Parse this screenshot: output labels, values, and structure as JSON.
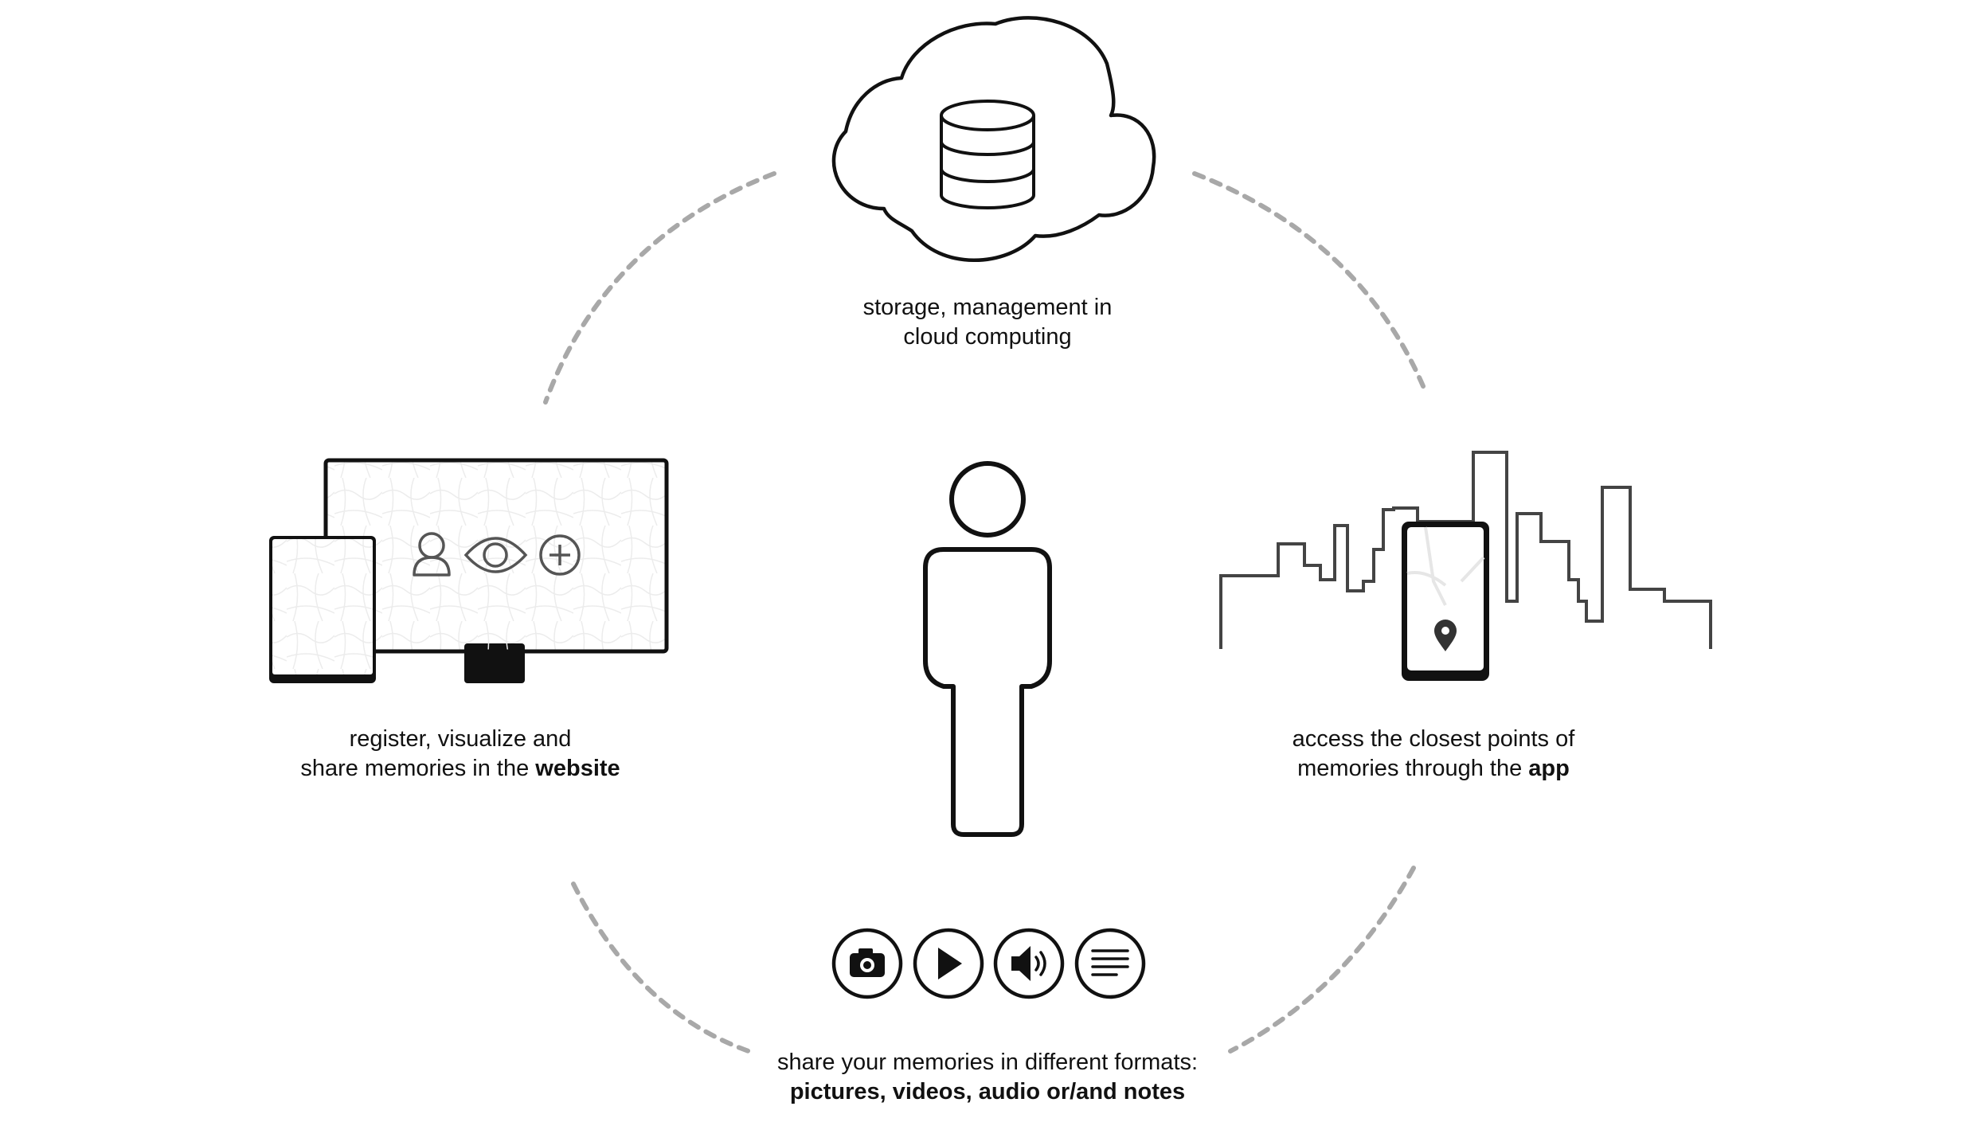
{
  "cloud": {
    "line1": "storage, management in",
    "line2": "cloud computing",
    "icon": "database-icon"
  },
  "website": {
    "line1": "register, visualize and",
    "line2_prefix": "share memories in the ",
    "line2_bold": "website",
    "icons": [
      "user-icon",
      "eye-icon",
      "plus-circle-icon"
    ]
  },
  "app": {
    "line1": "access the closest points of",
    "line2_prefix": "memories through the ",
    "line2_bold": "app",
    "icon": "map-pin-icon"
  },
  "formats": {
    "line1": "share your memories in different formats:",
    "line2_bold": "pictures, videos, audio or/and notes",
    "icons": [
      "camera-icon",
      "play-icon",
      "speaker-icon",
      "notes-icon"
    ]
  },
  "colors": {
    "stroke": "#111111",
    "dashed_ring": "#a8a8a8",
    "icon_gray": "#555555",
    "city_gray": "#444444"
  }
}
